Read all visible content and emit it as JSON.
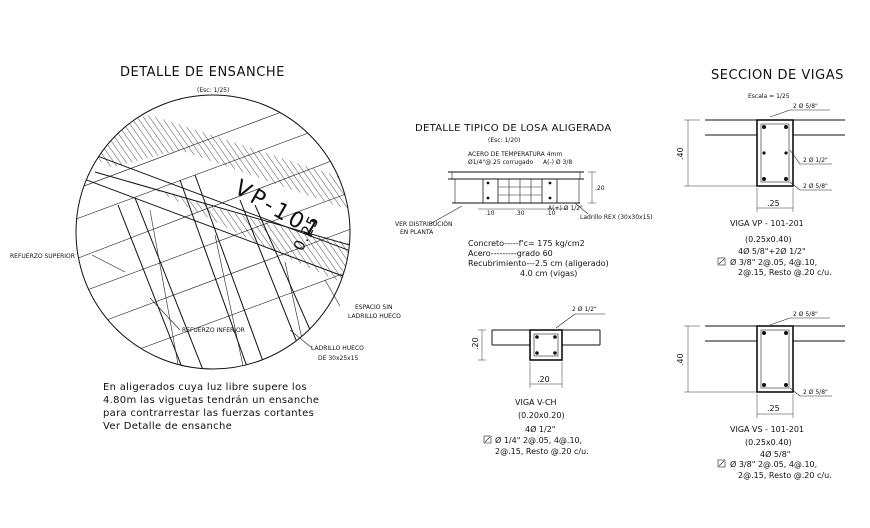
{
  "ensanche": {
    "title": "DETALLE DE ENSANCHE",
    "scale": "(Esc: 1/25)",
    "beam_label": "VP-101",
    "dim_label": "0.25",
    "label_refuerzo_superior": "REFUERZO SUPERIOR",
    "label_refuerzo_inferior": "REFUERZO INFERIOR",
    "label_espacio_line1": "ESPACIO SIN",
    "label_espacio_line2": "LADRILLO HUECO",
    "label_ladrillo_line1": "LADRILLO HUECO",
    "label_ladrillo_line2": "DE 30x25x15",
    "note_lines": [
      "En aligerados cuya luz libre supere los",
      "4.80m las viguetas tendrán un ensanche",
      "para contrarrestar las fuerzas cortantes",
      "Ver Detalle de ensanche"
    ]
  },
  "losa": {
    "title": "DETALLE  TIPICO DE LOSA ALIGERADA",
    "scale": "(Esc: 1/20)",
    "acero_line1": "ACERO DE TEMPERATURA 4mm",
    "acero_line2": "Ø1/4\"@.25 corrugado",
    "label_a_top": "A(-) Ø 3/8",
    "height_dim": ".20",
    "dim_10_left": ".10",
    "dim_30": ".30",
    "dim_10_right": ".10",
    "label_a_bottom": "A(+) Ø 1/2\"",
    "ladrillo_rex": "Ladrillo REX (30x30x15)",
    "ver_dist_line1": "VER DISTRIBUCIÓN",
    "ver_dist_line2": "EN PLANTA",
    "spec_lines": [
      "Concreto-----f'c= 175 kg/cm2",
      "Acero---------grado 60",
      "Recubrimiento---2.5 cm (aligerado)",
      "4.0 cm (vigas)"
    ]
  },
  "viga_ch": {
    "bar_label": "2 Ø 1/2\"",
    "height_dim": ".20",
    "width_dim": ".20",
    "name": "VIGA  V-CH",
    "size": "(0.20x0.20)",
    "main_bars": "4Ø 1/2\"",
    "stirrup_line1": "Ø 1/4\" 2@.05, 4@.10,",
    "stirrup_line2": "2@.15, Resto @.20 c/u."
  },
  "secciones": {
    "title": "SECCION DE VIGAS",
    "scale": "Escala = 1/25",
    "vp": {
      "bar_top": "2 Ø 5/8\"",
      "bar_mid": "2 Ø 1/2\"",
      "bar_bot": "2 Ø 5/8\"",
      "height_dim": ".40",
      "width_dim": ".25",
      "name": "VIGA  VP - 101-201",
      "size": "(0.25x0.40)",
      "main_bars": "4Ø 5/8\"+2Ø 1/2\"",
      "stirrup_line1": "Ø 3/8\" 2@.05, 4@.10,",
      "stirrup_line2": "2@.15, Resto @.20 c/u."
    },
    "vs": {
      "bar_top": "2 Ø 5/8\"",
      "bar_bot": "2 Ø 5/8\"",
      "height_dim": ".40",
      "width_dim": ".25",
      "name": "VIGA  VS - 101-201",
      "size": "(0.25x0.40)",
      "main_bars": "4Ø 5/8\"",
      "stirrup_line1": "Ø 3/8\" 2@.05, 4@.10,",
      "stirrup_line2": "2@.15, Resto @.20 c/u."
    }
  }
}
